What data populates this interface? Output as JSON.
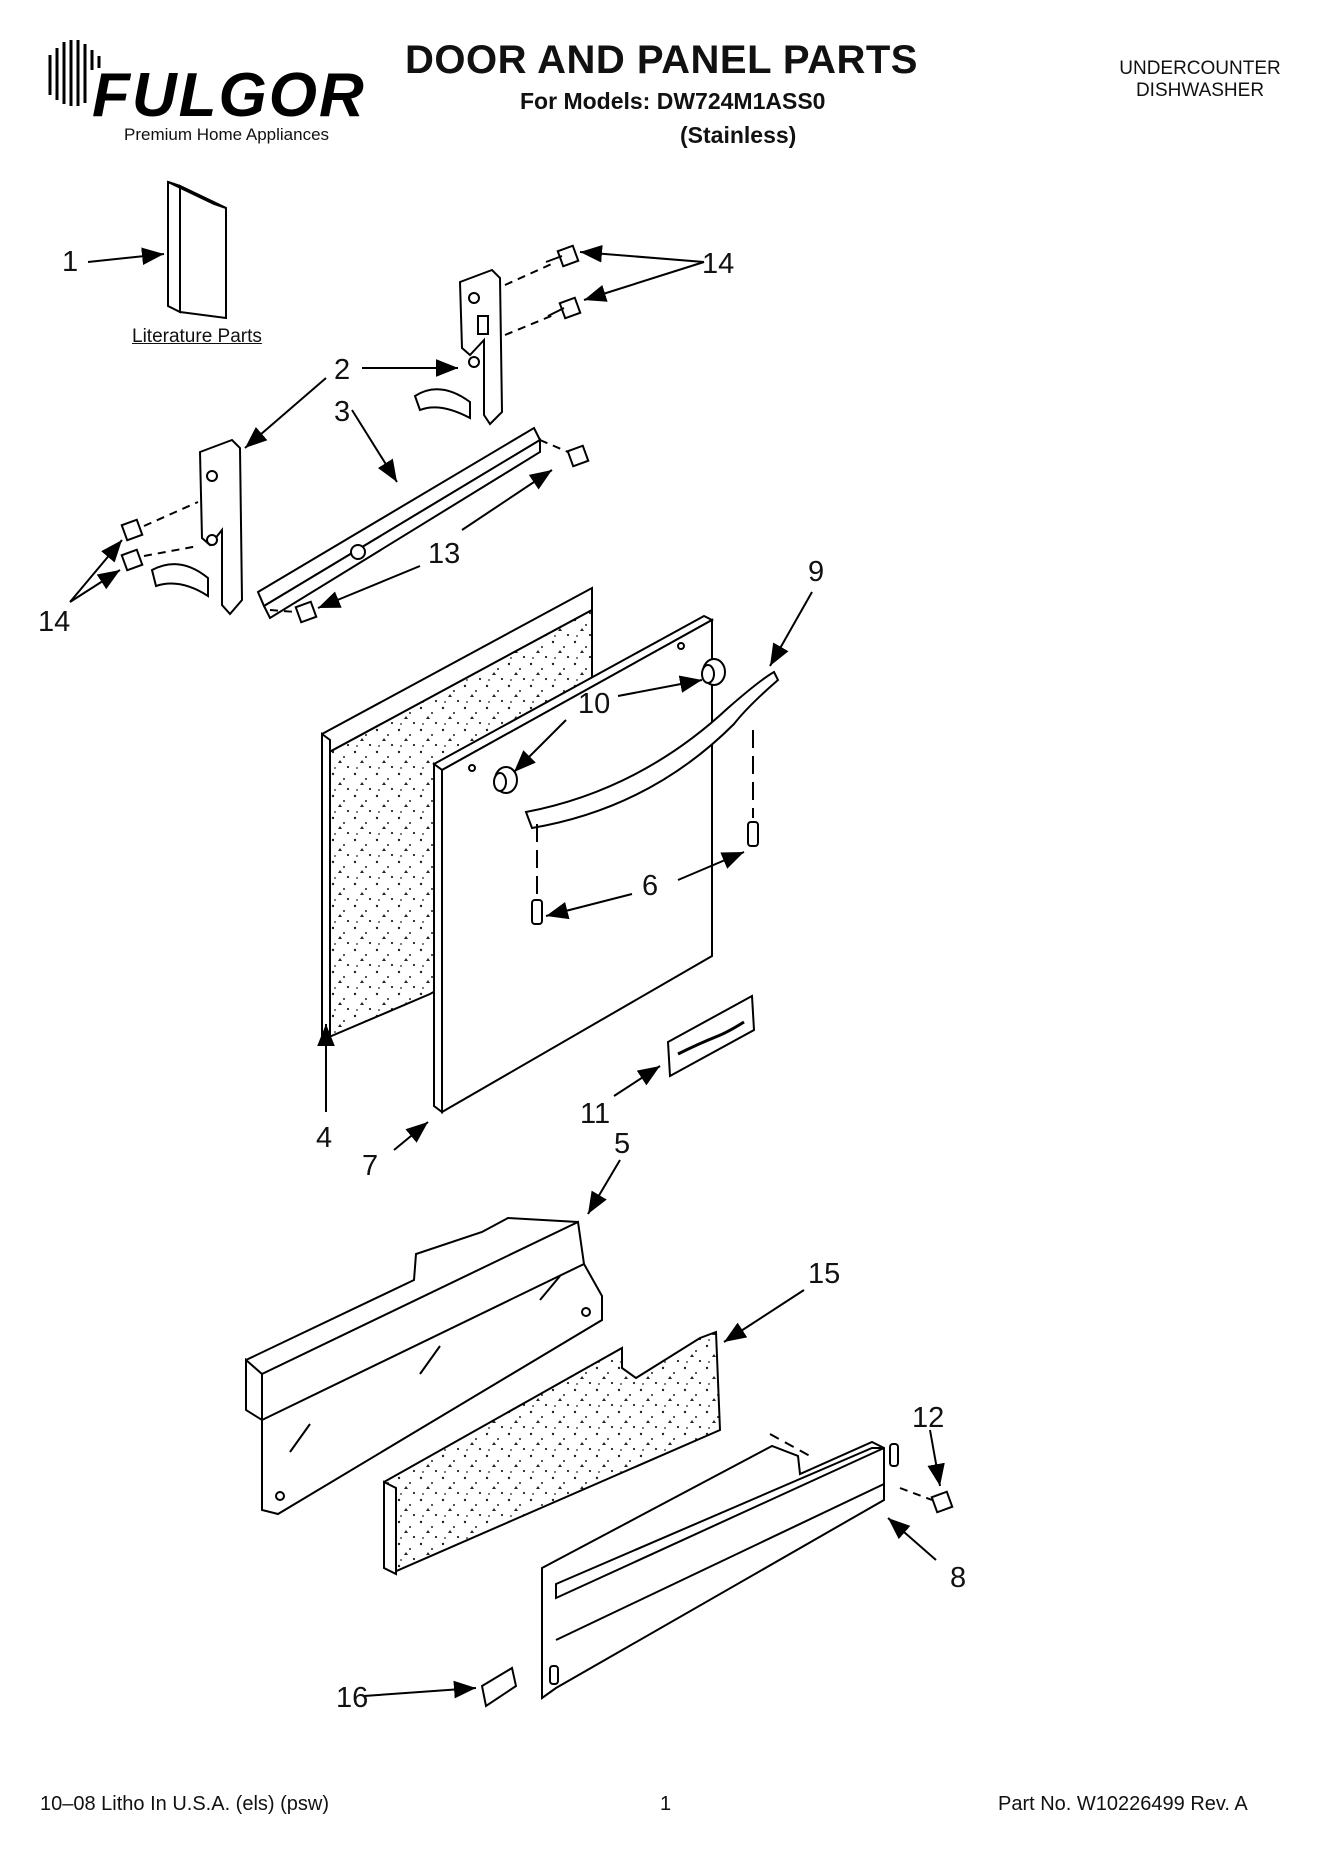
{
  "header": {
    "brand": "FULGOR",
    "tagline": "Premium Home Appliances",
    "title": "DOOR AND PANEL PARTS",
    "models": "For Models: DW724M1ASS0",
    "finish": "(Stainless)",
    "product_line1": "UNDERCOUNTER",
    "product_line2": "DISHWASHER"
  },
  "diagram": {
    "literature_caption": "Literature Parts",
    "callouts": {
      "c1": "1",
      "c2": "2",
      "c3": "3",
      "c4": "4",
      "c5": "5",
      "c6": "6",
      "c7": "7",
      "c8": "8",
      "c9": "9",
      "c10": "10",
      "c11": "11",
      "c12": "12",
      "c13": "13",
      "c14a": "14",
      "c14b": "14",
      "c15": "15",
      "c16": "16"
    }
  },
  "footer": {
    "print_info": "10–08 Litho In U.S.A. (els) (psw)",
    "page_number": "1",
    "part_number": "Part No. W10226499 Rev. A"
  }
}
